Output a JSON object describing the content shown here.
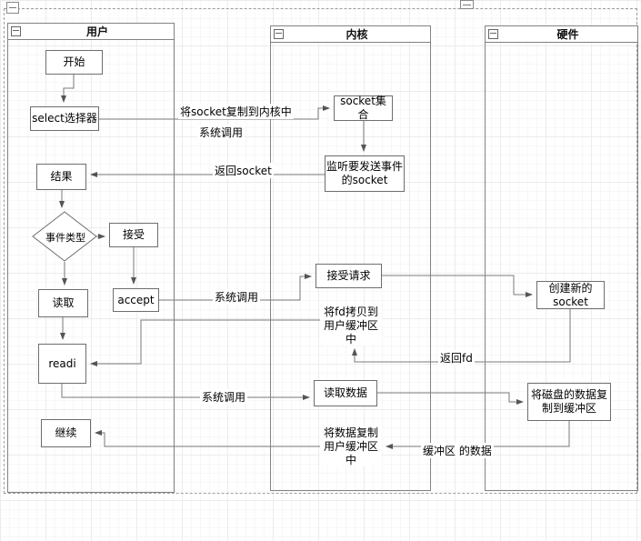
{
  "lanes": {
    "user": {
      "title": "用户"
    },
    "kernel": {
      "title": "内核"
    },
    "hardware": {
      "title": "硬件"
    }
  },
  "nodes": {
    "start": "开始",
    "selector": "select选择器",
    "result": "结果",
    "event_type": "事件类型",
    "accept_cn": "接受",
    "read": "读取",
    "accept_en": "accept",
    "readi": "readi",
    "continue": "继续",
    "socket_set": "socket集合",
    "listen_socket": "监听要发送事件的socket",
    "accept_request": "接受请求",
    "copy_fd": "将fd拷贝到用户缓冲区中",
    "read_data": "读取数据",
    "copy_data": "将数据复制用户缓冲区中",
    "create_socket": "创建新的socket",
    "disk_copy": "将磁盘的数据复制到缓冲区"
  },
  "edge_labels": {
    "copy_socket_kernel": "将socket复制到内核中",
    "syscall1": "系统调用",
    "return_socket": "返回socket",
    "syscall2": "系统调用",
    "return_fd": "返回fd",
    "syscall3": "系统调用",
    "buffer_data": "缓冲区 的数据"
  },
  "colors": {
    "line": "#7a7a7a",
    "border": "#6e6e6e"
  }
}
